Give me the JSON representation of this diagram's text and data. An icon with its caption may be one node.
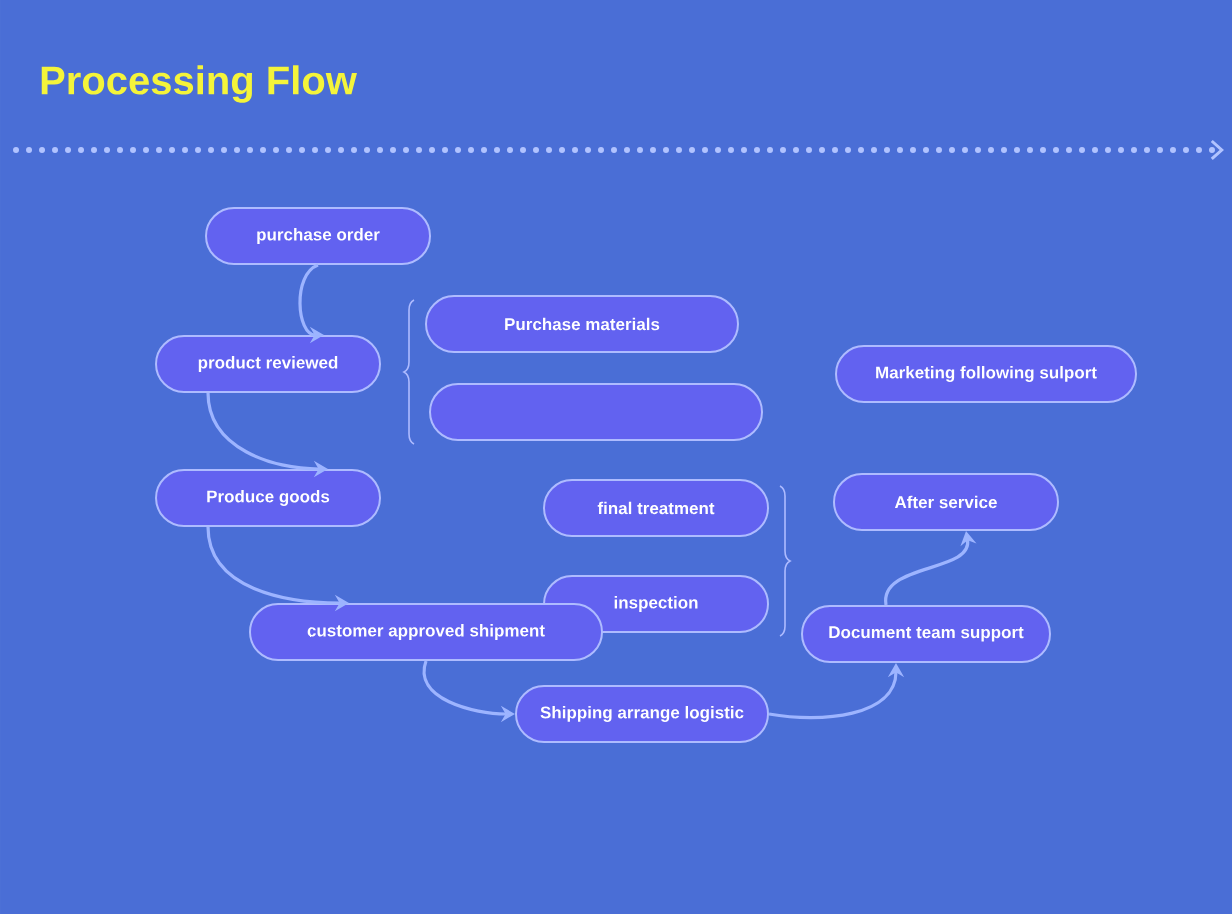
{
  "diagram": {
    "title": "Processing Flow",
    "nodes": [
      {
        "text": [
          "purchase order"
        ]
      },
      {
        "text": [
          "product reviewed"
        ]
      },
      {
        "text": [
          "Purchase materials"
        ]
      },
      {
        "text": [],
        "shape": "box"
      },
      {
        "text": [
          "Produce goods"
        ]
      },
      {
        "text": [
          "final treatment"
        ]
      },
      {
        "text": [
          "inspection"
        ]
      },
      {
        "text": [
          "customer approved shipment"
        ]
      },
      {
        "text": [
          "Shipping arrange logistic"
        ]
      },
      {
        "text": [
          "Marketing following sulport"
        ]
      },
      {
        "text": [
          "After service"
        ]
      },
      {
        "text": [
          "Document team support"
        ]
      }
    ],
    "edges": [
      {
        "from": 0,
        "to": 1,
        "arrow": "to"
      },
      {
        "from": 1,
        "to": 4,
        "arrow": "to"
      },
      {
        "from": 4,
        "to": 7,
        "arrow": "to"
      },
      {
        "from": 7,
        "to": 8,
        "arrow": "to"
      },
      {
        "from": 8,
        "to": 11,
        "arrow": "to"
      },
      {
        "from": 11,
        "to": 10,
        "arrow": "to"
      }
    ]
  }
}
